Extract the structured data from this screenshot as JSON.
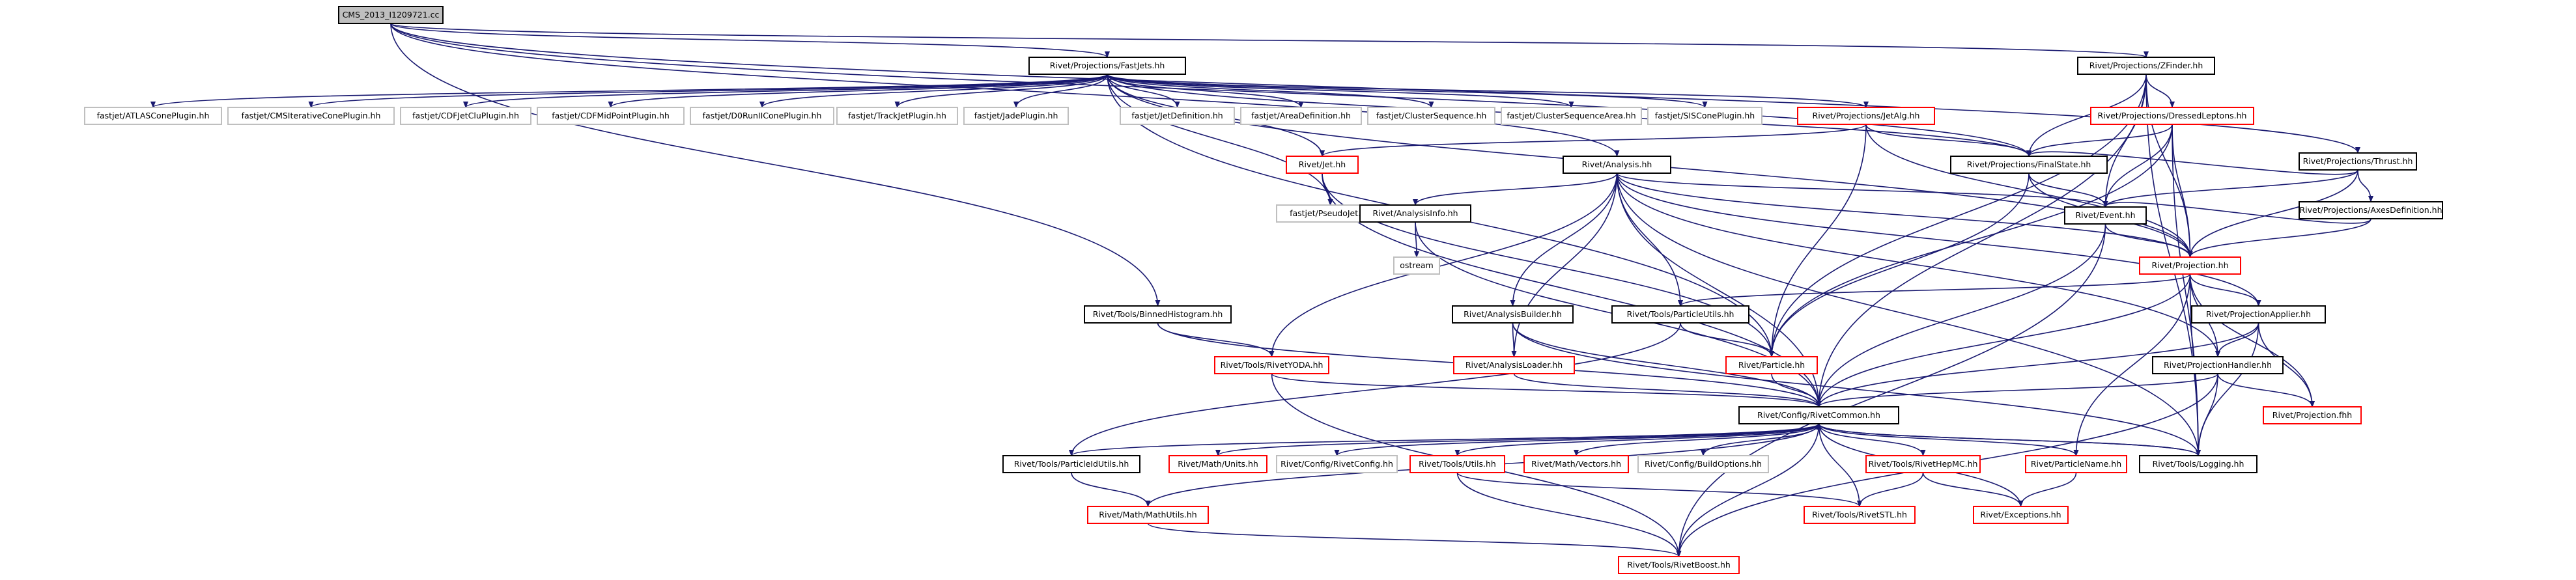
{
  "colors": {
    "edge": "#191970",
    "normal_border": "#000000",
    "missing_border": "#ff0000",
    "external_border": "#bfbfbf",
    "root_fill": "#bfbfbf",
    "fill": "#ffffff",
    "text": "#000000"
  },
  "nodes": [
    {
      "id": "root",
      "label": "CMS_2013_I1209721.cc",
      "style": "root"
    },
    {
      "id": "fastjets",
      "label": "Rivet/Projections/FastJets.hh",
      "style": "normal"
    },
    {
      "id": "zfinder",
      "label": "Rivet/Projections/ZFinder.hh",
      "style": "normal"
    },
    {
      "id": "thrust",
      "label": "Rivet/Projections/Thrust.hh",
      "style": "normal"
    },
    {
      "id": "binned",
      "label": "Rivet/Tools/BinnedHistogram.hh",
      "style": "normal"
    },
    {
      "id": "atlascone",
      "label": "fastjet/ATLASConePlugin.hh",
      "style": "external"
    },
    {
      "id": "cmsiter",
      "label": "fastjet/CMSIterativeConePlugin.hh",
      "style": "external"
    },
    {
      "id": "cdfjetclu",
      "label": "fastjet/CDFJetCluPlugin.hh",
      "style": "external"
    },
    {
      "id": "cdfmid",
      "label": "fastjet/CDFMidPointPlugin.hh",
      "style": "external"
    },
    {
      "id": "d0run",
      "label": "fastjet/D0RunIIConePlugin.hh",
      "style": "external"
    },
    {
      "id": "trackjet",
      "label": "fastjet/TrackJetPlugin.hh",
      "style": "external"
    },
    {
      "id": "jade",
      "label": "fastjet/JadePlugin.hh",
      "style": "external"
    },
    {
      "id": "jetdef",
      "label": "fastjet/JetDefinition.hh",
      "style": "external"
    },
    {
      "id": "areadef",
      "label": "fastjet/AreaDefinition.hh",
      "style": "external"
    },
    {
      "id": "clusterseq",
      "label": "fastjet/ClusterSequence.hh",
      "style": "external"
    },
    {
      "id": "clusterseqarea",
      "label": "fastjet/ClusterSequenceArea.hh",
      "style": "external"
    },
    {
      "id": "siscone",
      "label": "fastjet/SISConePlugin.hh",
      "style": "external"
    },
    {
      "id": "jetalg",
      "label": "Rivet/Projections/JetAlg.hh",
      "style": "missing"
    },
    {
      "id": "dressed",
      "label": "Rivet/Projections/DressedLeptons.hh",
      "style": "missing"
    },
    {
      "id": "jet",
      "label": "Rivet/Jet.hh",
      "style": "missing"
    },
    {
      "id": "analysis",
      "label": "Rivet/Analysis.hh",
      "style": "normal"
    },
    {
      "id": "finalstate",
      "label": "Rivet/Projections/FinalState.hh",
      "style": "normal"
    },
    {
      "id": "axesdef",
      "label": "Rivet/Projections/AxesDefinition.hh",
      "style": "normal"
    },
    {
      "id": "pseudojet",
      "label": "fastjet/PseudoJet.hh",
      "style": "external"
    },
    {
      "id": "analysisinfo",
      "label": "Rivet/AnalysisInfo.hh",
      "style": "normal"
    },
    {
      "id": "event",
      "label": "Rivet/Event.hh",
      "style": "normal"
    },
    {
      "id": "ostream",
      "label": "ostream",
      "style": "external"
    },
    {
      "id": "projection",
      "label": "Rivet/Projection.hh",
      "style": "missing"
    },
    {
      "id": "particleutils",
      "label": "Rivet/Tools/ParticleUtils.hh",
      "style": "normal"
    },
    {
      "id": "analysisbuilder",
      "label": "Rivet/AnalysisBuilder.hh",
      "style": "normal"
    },
    {
      "id": "projapplier",
      "label": "Rivet/ProjectionApplier.hh",
      "style": "normal"
    },
    {
      "id": "rivetyoda",
      "label": "Rivet/Tools/RivetYODA.hh",
      "style": "missing"
    },
    {
      "id": "particle",
      "label": "Rivet/Particle.hh",
      "style": "missing"
    },
    {
      "id": "analysisloader",
      "label": "Rivet/AnalysisLoader.hh",
      "style": "missing"
    },
    {
      "id": "projhandler",
      "label": "Rivet/ProjectionHandler.hh",
      "style": "normal"
    },
    {
      "id": "projfhh",
      "label": "Rivet/Projection.fhh",
      "style": "missing"
    },
    {
      "id": "rivetcommon",
      "label": "Rivet/Config/RivetCommon.hh",
      "style": "normal"
    },
    {
      "id": "particleidutils",
      "label": "Rivet/Tools/ParticleIdUtils.hh",
      "style": "normal"
    },
    {
      "id": "units",
      "label": "Rivet/Math/Units.hh",
      "style": "missing"
    },
    {
      "id": "rivetconfig",
      "label": "Rivet/Config/RivetConfig.hh",
      "style": "external"
    },
    {
      "id": "utils",
      "label": "Rivet/Tools/Utils.hh",
      "style": "missing"
    },
    {
      "id": "vectors",
      "label": "Rivet/Math/Vectors.hh",
      "style": "missing"
    },
    {
      "id": "buildoptions",
      "label": "Rivet/Config/BuildOptions.hh",
      "style": "external"
    },
    {
      "id": "hepmc",
      "label": "Rivet/Tools/RivetHepMC.hh",
      "style": "missing"
    },
    {
      "id": "particlename",
      "label": "Rivet/ParticleName.hh",
      "style": "missing"
    },
    {
      "id": "logging",
      "label": "Rivet/Tools/Logging.hh",
      "style": "normal"
    },
    {
      "id": "mathutils",
      "label": "Rivet/Math/MathUtils.hh",
      "style": "missing"
    },
    {
      "id": "rivetstl",
      "label": "Rivet/Tools/RivetSTL.hh",
      "style": "missing"
    },
    {
      "id": "exceptions",
      "label": "Rivet/Exceptions.hh",
      "style": "missing"
    },
    {
      "id": "rivetboost",
      "label": "Rivet/Tools/RivetBoost.hh",
      "style": "missing"
    }
  ],
  "edges": [
    [
      "root",
      "fastjets"
    ],
    [
      "root",
      "zfinder"
    ],
    [
      "root",
      "thrust"
    ],
    [
      "root",
      "binned"
    ],
    [
      "root",
      "finalstate"
    ],
    [
      "root",
      "analysis"
    ],
    [
      "fastjets",
      "atlascone"
    ],
    [
      "fastjets",
      "cmsiter"
    ],
    [
      "fastjets",
      "cdfjetclu"
    ],
    [
      "fastjets",
      "cdfmid"
    ],
    [
      "fastjets",
      "d0run"
    ],
    [
      "fastjets",
      "trackjet"
    ],
    [
      "fastjets",
      "jade"
    ],
    [
      "fastjets",
      "jetdef"
    ],
    [
      "fastjets",
      "areadef"
    ],
    [
      "fastjets",
      "clusterseq"
    ],
    [
      "fastjets",
      "clusterseqarea"
    ],
    [
      "fastjets",
      "siscone"
    ],
    [
      "fastjets",
      "jetalg"
    ],
    [
      "fastjets",
      "jet"
    ],
    [
      "fastjets",
      "pseudojet"
    ],
    [
      "fastjets",
      "finalstate"
    ],
    [
      "fastjets",
      "projection"
    ],
    [
      "fastjets",
      "particle"
    ],
    [
      "zfinder",
      "dressed"
    ],
    [
      "zfinder",
      "finalstate"
    ],
    [
      "zfinder",
      "event"
    ],
    [
      "zfinder",
      "projection"
    ],
    [
      "zfinder",
      "particle"
    ],
    [
      "zfinder",
      "rivetcommon"
    ],
    [
      "zfinder",
      "logging"
    ],
    [
      "thrust",
      "finalstate"
    ],
    [
      "thrust",
      "axesdef"
    ],
    [
      "thrust",
      "event"
    ],
    [
      "thrust",
      "projection"
    ],
    [
      "jetalg",
      "jet"
    ],
    [
      "jetalg",
      "finalstate"
    ],
    [
      "jetalg",
      "projection"
    ],
    [
      "jetalg",
      "particle"
    ],
    [
      "dressed",
      "finalstate"
    ],
    [
      "dressed",
      "event"
    ],
    [
      "dressed",
      "projection"
    ],
    [
      "dressed",
      "particle"
    ],
    [
      "dressed",
      "logging"
    ],
    [
      "axesdef",
      "event"
    ],
    [
      "axesdef",
      "projection"
    ],
    [
      "jet",
      "pseudojet"
    ],
    [
      "jet",
      "particle"
    ],
    [
      "jet",
      "rivetcommon"
    ],
    [
      "analysis",
      "analysisinfo"
    ],
    [
      "analysis",
      "event"
    ],
    [
      "analysis",
      "projection"
    ],
    [
      "analysis",
      "particleutils"
    ],
    [
      "analysis",
      "analysisbuilder"
    ],
    [
      "analysis",
      "projapplier"
    ],
    [
      "analysis",
      "rivetyoda"
    ],
    [
      "analysis",
      "projhandler"
    ],
    [
      "analysis",
      "rivetcommon"
    ],
    [
      "analysis",
      "analysisloader"
    ],
    [
      "analysis",
      "logging"
    ],
    [
      "finalstate",
      "event"
    ],
    [
      "finalstate",
      "projection"
    ],
    [
      "finalstate",
      "particle"
    ],
    [
      "event",
      "projection"
    ],
    [
      "event",
      "rivetcommon"
    ],
    [
      "event",
      "rivetboost"
    ],
    [
      "analysisinfo",
      "ostream"
    ],
    [
      "analysisinfo",
      "rivetcommon"
    ],
    [
      "projection",
      "particleutils"
    ],
    [
      "projection",
      "projapplier"
    ],
    [
      "projection",
      "projhandler"
    ],
    [
      "projection",
      "projfhh"
    ],
    [
      "projection",
      "rivetcommon"
    ],
    [
      "projection",
      "logging"
    ],
    [
      "projection",
      "particlename"
    ],
    [
      "particleutils",
      "particle"
    ],
    [
      "particleutils",
      "particleidutils"
    ],
    [
      "analysisbuilder",
      "analysisloader"
    ],
    [
      "analysisbuilder",
      "rivetcommon"
    ],
    [
      "analysisbuilder",
      "logging"
    ],
    [
      "projapplier",
      "projhandler"
    ],
    [
      "projapplier",
      "projfhh"
    ],
    [
      "projapplier",
      "rivetcommon"
    ],
    [
      "projapplier",
      "logging"
    ],
    [
      "binned",
      "rivetyoda"
    ],
    [
      "binned",
      "rivetcommon"
    ],
    [
      "rivetyoda",
      "rivetcommon"
    ],
    [
      "rivetyoda",
      "rivetboost"
    ],
    [
      "particle",
      "rivetcommon"
    ],
    [
      "analysisloader",
      "rivetcommon"
    ],
    [
      "projhandler",
      "projfhh"
    ],
    [
      "projhandler",
      "rivetcommon"
    ],
    [
      "projhandler",
      "logging"
    ],
    [
      "projhandler",
      "rivetboost"
    ],
    [
      "rivetcommon",
      "particleidutils"
    ],
    [
      "rivetcommon",
      "units"
    ],
    [
      "rivetcommon",
      "rivetconfig"
    ],
    [
      "rivetcommon",
      "utils"
    ],
    [
      "rivetcommon",
      "vectors"
    ],
    [
      "rivetcommon",
      "buildoptions"
    ],
    [
      "rivetcommon",
      "hepmc"
    ],
    [
      "rivetcommon",
      "particlename"
    ],
    [
      "rivetcommon",
      "logging"
    ],
    [
      "rivetcommon",
      "mathutils"
    ],
    [
      "rivetcommon",
      "rivetstl"
    ],
    [
      "rivetcommon",
      "exceptions"
    ],
    [
      "rivetcommon",
      "rivetboost"
    ],
    [
      "particleidutils",
      "mathutils"
    ],
    [
      "utils",
      "rivetstl"
    ],
    [
      "utils",
      "rivetboost"
    ],
    [
      "hepmc",
      "rivetstl"
    ],
    [
      "hepmc",
      "exceptions"
    ],
    [
      "particlename",
      "exceptions"
    ],
    [
      "logging",
      "rivetcommon"
    ],
    [
      "mathutils",
      "rivetboost"
    ]
  ]
}
